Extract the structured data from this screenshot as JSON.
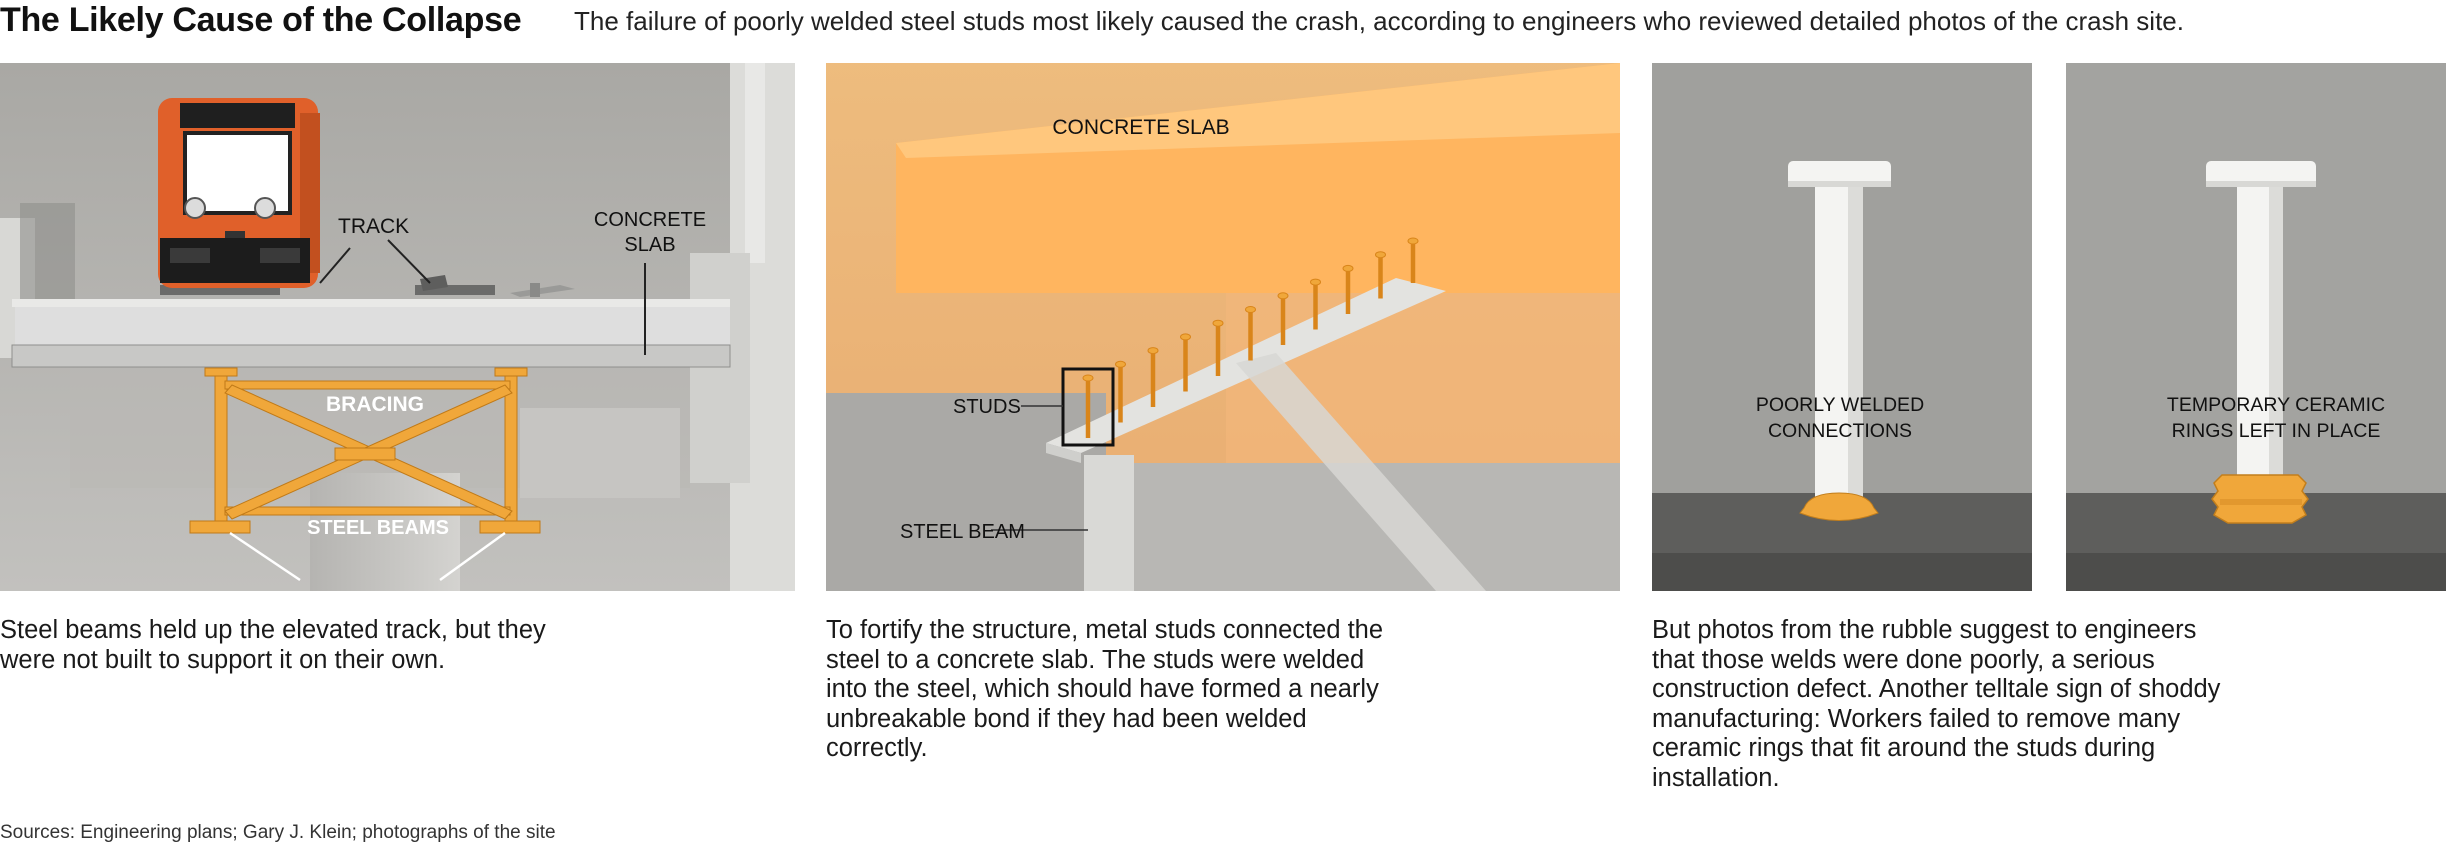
{
  "header": {
    "title": "The Likely Cause of the Collapse",
    "subtitle": "The failure of poorly welded steel studs most likely caused the crash, according to engineers who reviewed detailed photos of the crash site."
  },
  "panel1": {
    "track_label": "TRACK",
    "concrete_label_line1": "CONCRETE",
    "concrete_label_line2": "SLAB",
    "bracing_label": "BRACING",
    "beams_label": "STEEL BEAMS",
    "caption": "Steel beams held up the elevated track, but they were not built to support it on their own."
  },
  "panel2": {
    "concrete_label": "CONCRETE SLAB",
    "studs_label": "STUDS",
    "beam_label": "STEEL BEAM",
    "caption": "To fortify the structure, metal studs connected the steel to a concrete slab. The studs were welded into the steel, which should have formed a nearly unbreakable bond if they had been welded correctly."
  },
  "panel3": {
    "label_line1": "POORLY WELDED",
    "label_line2": "CONNECTIONS",
    "caption": "But photos from the rubble suggest to engineers that those welds were done poorly, a serious construction defect. Another telltale sign of shoddy manufacturing: Workers failed to remove many ceramic rings that fit around the studs during installation."
  },
  "panel4": {
    "label_line1": "TEMPORARY CERAMIC",
    "label_line2": "RINGS LEFT IN PLACE"
  },
  "footer": {
    "sources": "Sources: Engineering plans; Gary J. Klein; photographs of the site"
  },
  "colors": {
    "steel_orange": "#f0a73a",
    "train_orange": "#e0602a",
    "concrete_gray": "#cfcfcc",
    "background_gray": "#a6a6a3"
  }
}
